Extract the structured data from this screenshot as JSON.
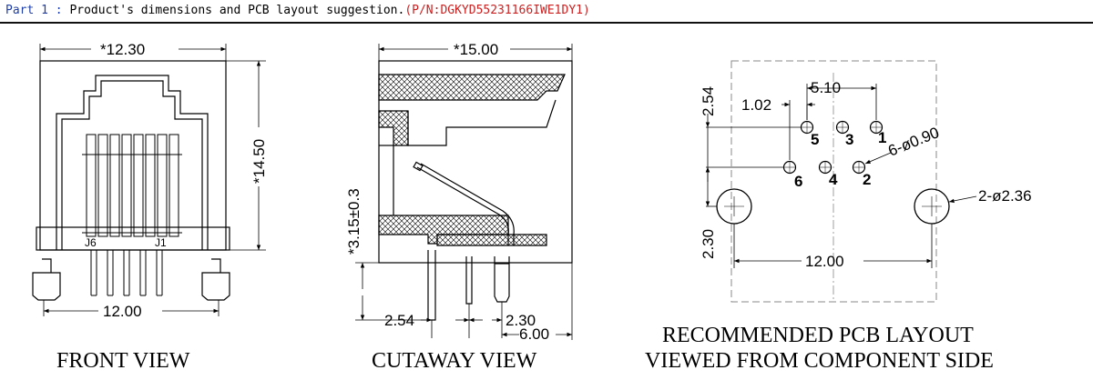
{
  "header": {
    "part": "Part 1",
    "sep": " : ",
    "title": "Product's dimensions and PCB layout suggestion.",
    "pn": "(P/N:DGKYD55231166IWE1DY1)"
  },
  "front_view": {
    "caption": "FRONT VIEW",
    "width": "*12.30",
    "height": "*14.50",
    "pitch": "12.00",
    "label_left": "J6",
    "label_right": "J1"
  },
  "cutaway_view": {
    "caption": "CUTAWAY VIEW",
    "length": "*15.00",
    "lead": "*3.15±0.3",
    "d1": "2.54",
    "d2": "2.30",
    "d3": "6.00"
  },
  "pcb_layout": {
    "caption_line1": "RECOMMENDED PCB LAYOUT",
    "caption_line2": "VIEWED FROM COMPONENT SIDE",
    "pitch_top": "5.10",
    "offset": "1.02",
    "row_gap": "2.54",
    "peg_gap": "2.30",
    "peg_span": "12.00",
    "pin_hole": "6-ø0.90",
    "peg_hole": "2-ø2.36",
    "pins": [
      "1",
      "2",
      "3",
      "4",
      "5",
      "6"
    ]
  },
  "colors": {
    "header_blue": "#1f3fa6",
    "header_red": "#cc1f1f",
    "line": "#000000"
  }
}
